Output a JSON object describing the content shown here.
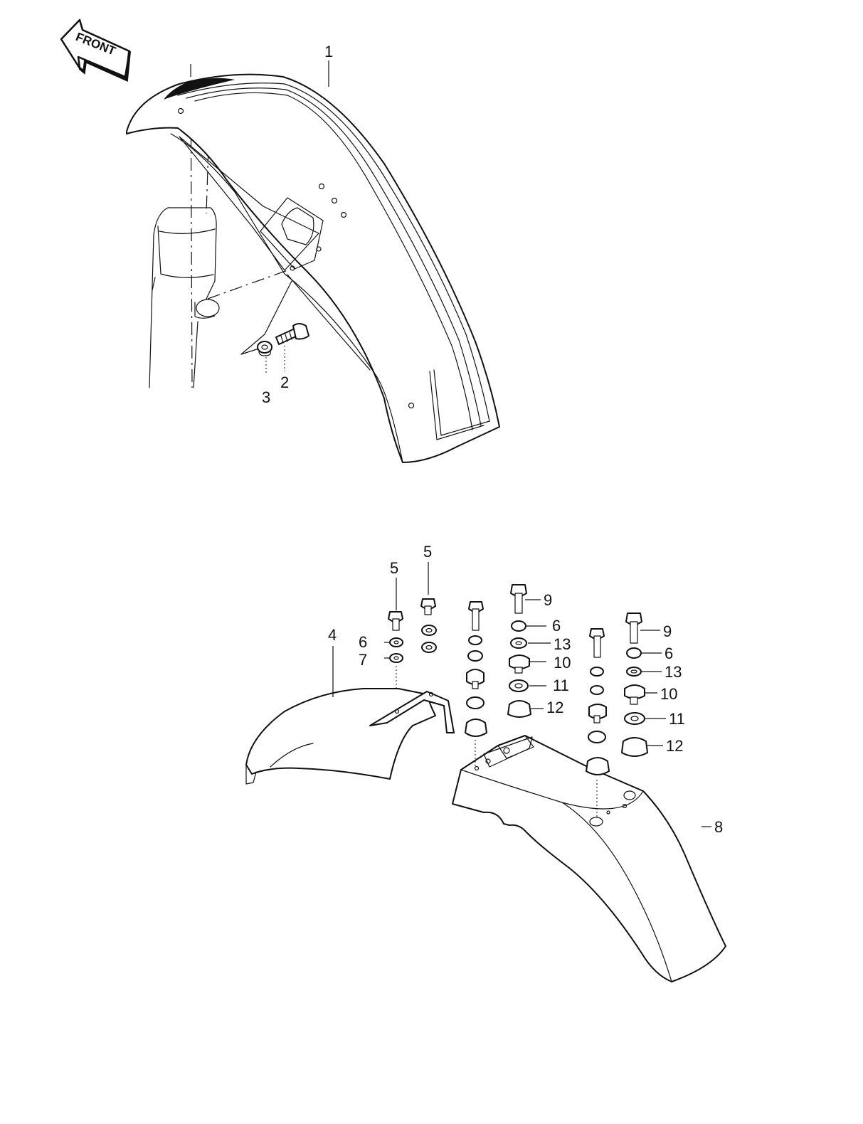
{
  "orientation_badge": {
    "label": "FRONT",
    "icon": "arrow-left-icon"
  },
  "callouts": {
    "c1": "1",
    "c2": "2",
    "c3": "3",
    "c4": "4",
    "c5a": "5",
    "c5b": "5",
    "c6a": "6",
    "c6b": "6",
    "c6c": "6",
    "c7": "7",
    "c8": "8",
    "c9a": "9",
    "c9b": "9",
    "c10a": "10",
    "c10b": "10",
    "c11a": "11",
    "c11b": "11",
    "c12a": "12",
    "c12b": "12",
    "c13a": "13",
    "c13b": "13"
  },
  "colors": {
    "ink": "#111111",
    "paper": "#ffffff"
  }
}
